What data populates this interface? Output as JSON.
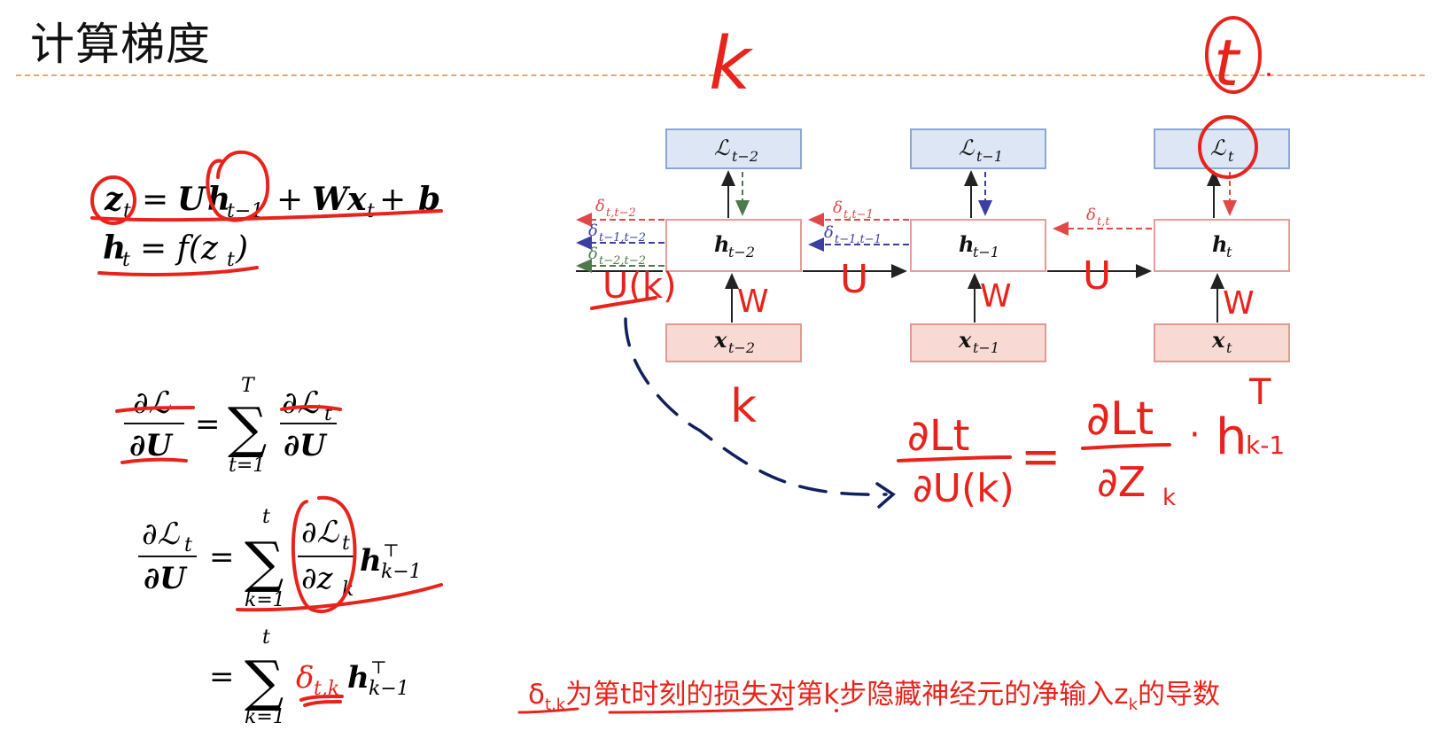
{
  "slide": {
    "title": "计算梯度"
  },
  "equations": {
    "z_lhs": "z",
    "z_lhs_sub": "t",
    "z_rhs_parts": [
      "= ",
      "U",
      "h",
      "t−1",
      " + ",
      "W",
      "x",
      "t",
      " + ",
      "b"
    ],
    "h_line": "h",
    "h_sub": "t",
    "h_rhs": "= f(z",
    "h_rhs_sub": "t",
    "h_rhs_close": ")",
    "dL_num": "∂ℒ",
    "dU": "∂U",
    "sum_top_T": "T",
    "sum_bottom_t1": "t=1",
    "dLt_num": "∂ℒ",
    "dLt_sub": "t",
    "sum_top_t": "t",
    "sum_bottom_k1": "k=1",
    "dzk": "∂z",
    "dzk_sub": "k",
    "h_T": "h",
    "h_T_sup": "⊤",
    "h_T_sub": "k−1",
    "equals": "=",
    "delta": "δ",
    "delta_sub": "t,k"
  },
  "diagram": {
    "loss_labels": [
      "ℒ",
      "ℒ",
      "ℒ"
    ],
    "loss_subs": [
      "t−2",
      "t−1",
      "t"
    ],
    "hidden_labels": [
      "h",
      "h",
      "h"
    ],
    "hidden_subs": [
      "t−2",
      "t−1",
      "t"
    ],
    "input_labels": [
      "x",
      "x",
      "x"
    ],
    "input_subs": [
      "t−2",
      "t−1",
      "t"
    ],
    "deltas_left": [
      "δ",
      "δ",
      "δ"
    ],
    "deltas_left_subs": [
      "t,t−2",
      "t−1,t−2",
      "t−2,t−2"
    ],
    "delta_mid_1": "δ",
    "delta_mid_1_sub": "t,t−1",
    "delta_mid_2": "δ",
    "delta_mid_2_sub": "t−1,t−1",
    "delta_right": "δ",
    "delta_right_sub": "t,t"
  },
  "handwriting": {
    "k_top": "k",
    "t_top": "t",
    "k_mid": "k",
    "U_left": "U(k)",
    "U_mid": "U",
    "U_right": "U",
    "W_labels": [
      "W",
      "W",
      "W"
    ],
    "formula_num_left": "∂Lt",
    "formula_den_left": "∂U(k)",
    "formula_eq": "=",
    "formula_num_right": "∂Lt",
    "formula_den_right": "∂Z",
    "formula_den_right_sub": "k",
    "formula_dot": "·",
    "formula_h": "h",
    "formula_h_sup": "T",
    "formula_h_sub": "k-1"
  },
  "note": {
    "delta": "δ",
    "delta_sub": "t,k",
    "text": "为第t时刻的损失对第k步隐藏神经元的净输入z",
    "z_sub": "k",
    "tail": "的导数"
  },
  "colors": {
    "ink_red": "#e8231c",
    "ink_navy": "#12205e",
    "loss_box": "#dce6f5",
    "input_box": "#f8d9d3",
    "title_rule": "#e0a77a"
  }
}
